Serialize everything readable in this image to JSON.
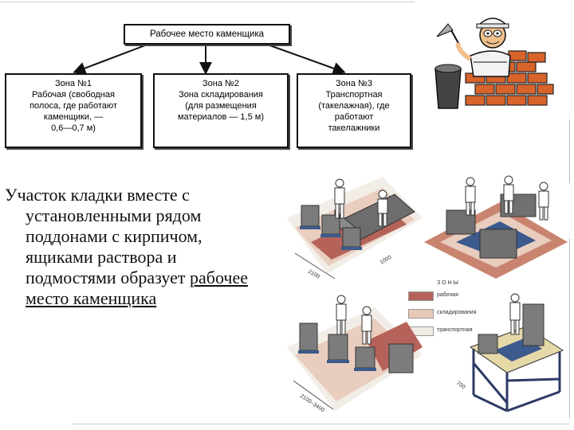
{
  "diagram": {
    "top_box": "Рабочее место каменщика",
    "zones": [
      {
        "title": "Зона №1",
        "lines": [
          "Рабочая (свободная",
          "полоса, где работают",
          "каменщики, —",
          "0,6—0,7 м)"
        ]
      },
      {
        "title": "Зона №2",
        "lines": [
          "Зона складирования",
          "(для размещения",
          "материалов — 1,5 м)"
        ]
      },
      {
        "title": "Зона №3",
        "lines": [
          "Транспортная",
          "(такелажная), где",
          "работают",
          "такелажники"
        ]
      }
    ]
  },
  "text": {
    "line1": "Участок кладки вместе с",
    "line2": "установленными рядом",
    "line3": "поддонами с кирпичом,",
    "line4": "ящиками раствора и",
    "line5_a": "подмостями образует ",
    "line5_b": "рабочее",
    "line6": "место каменщика"
  },
  "illustration": {
    "legend_title": "ЗОНЫ",
    "legend": [
      {
        "label": "рабочая",
        "color": "#b5635a"
      },
      {
        "label": "складирования",
        "color": "#e8c8b8"
      },
      {
        "label": "транспортная",
        "color": "#f0ebe4"
      }
    ],
    "dims": [
      "2100",
      "1000",
      "2100–3400",
      "700"
    ]
  },
  "colors": {
    "zone_work": "#b5635a",
    "zone_storage": "#e9cdbf",
    "brick": "#7a7a7a",
    "pallet": "#3c5a8c"
  },
  "icons": [
    "mason-cartoon-icon",
    "worker-figure-icon"
  ]
}
